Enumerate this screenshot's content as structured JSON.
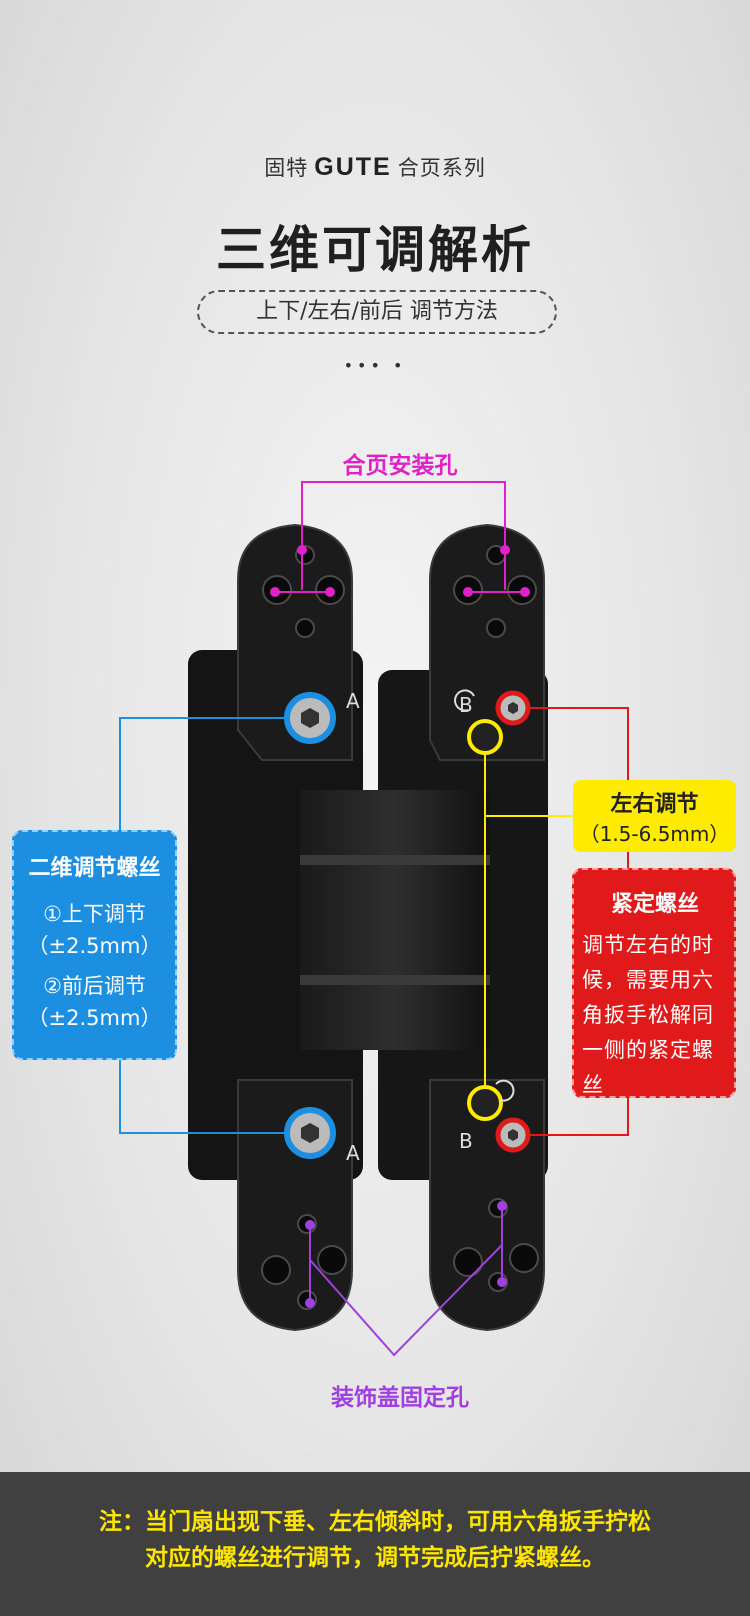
{
  "brand": {
    "prefix": "固特",
    "logo": "GUTE",
    "suffix": "合页系列"
  },
  "headline": "三维可调解析",
  "subtitle": "上下/左右/前后 调节方法",
  "dots": "••• •",
  "labels": {
    "mount_holes": "合页安装孔",
    "cover_holes": "装饰盖固定孔",
    "mark_a": "A",
    "mark_b": "B"
  },
  "blue_box": {
    "title": "二维调节螺丝",
    "lines": [
      "①上下调节",
      "（±2.5mm）",
      "②前后调节",
      "（±2.5mm）"
    ]
  },
  "yellow_box": {
    "title": "左右调节",
    "range": "（1.5-6.5mm）"
  },
  "red_box": {
    "title": "紧定螺丝",
    "body": "调节左右的时候，需要用六角扳手松解同一侧的紧定螺丝"
  },
  "footer_note": {
    "line1": "注：当门扇出现下垂、左右倾斜时，可用六角扳手拧松",
    "line2": "对应的螺丝进行调节，调节完成后拧紧螺丝。"
  },
  "colors": {
    "magenta": "#e020c8",
    "purple": "#a040e0",
    "blue": "#1d8fe0",
    "yellow": "#ffeb00",
    "red": "#e01a1a",
    "footer_bg": "#404040"
  }
}
